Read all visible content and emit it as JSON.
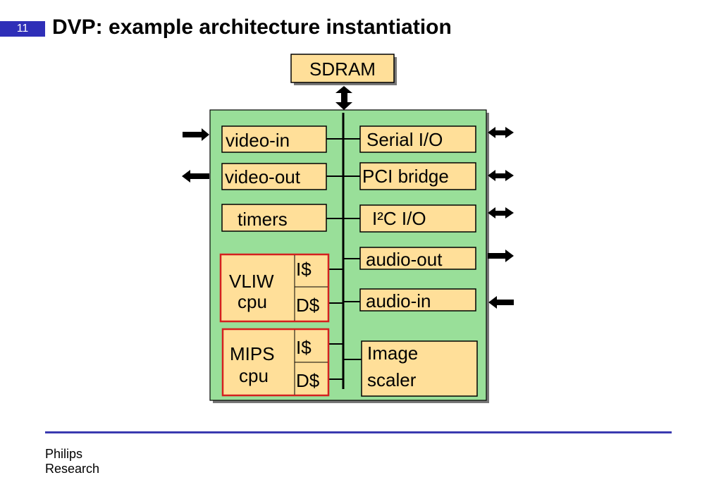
{
  "slide": {
    "number": "11",
    "title": "DVP: example architecture instantiation"
  },
  "diagram": {
    "sdram": "SDRAM",
    "blocks": {
      "video_in": "video-in",
      "video_out": "video-out",
      "timers": "timers",
      "serial_io": "Serial I/O",
      "pci_bridge": "PCI bridge",
      "i2c_io": "I²C I/O",
      "audio_out": "audio-out",
      "audio_in": "audio-in",
      "image_scaler_line1": "Image",
      "image_scaler_line2": "scaler"
    },
    "vliw": {
      "line1": "VLIW",
      "line2": "cpu",
      "icache": "I$",
      "dcache": "D$"
    },
    "mips": {
      "line1": "MIPS",
      "line2": "cpu",
      "icache": "I$",
      "dcache": "D$"
    }
  },
  "footer": {
    "line1": "Philips",
    "line2": "Research"
  },
  "colors": {
    "block_fill": "#ffdf99",
    "chip_fill": "#99df99",
    "cpu_border": "#d42020",
    "slide_number_bg": "#2f2fb8",
    "footer_rule": "#3a3ab0"
  }
}
